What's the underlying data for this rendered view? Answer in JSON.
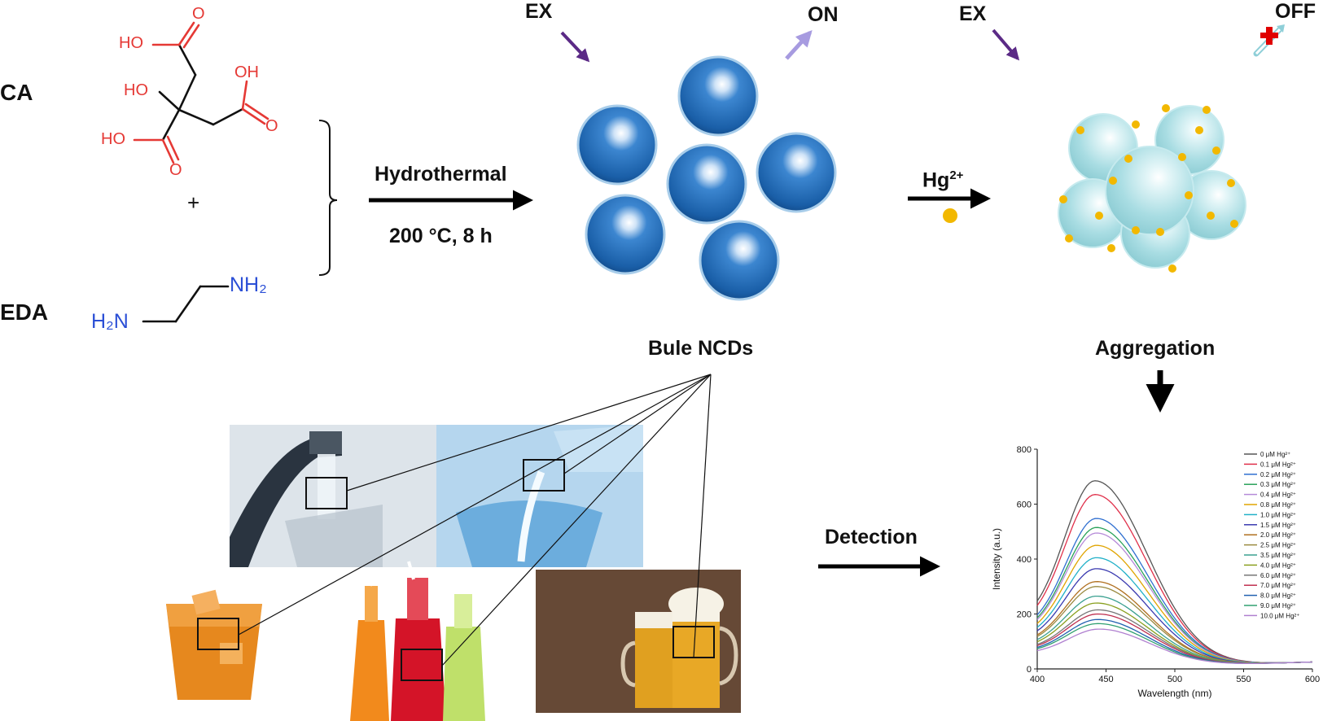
{
  "labels": {
    "ca": "CA",
    "eda": "EDA",
    "hydrothermal": "Hydrothermal",
    "temp": "200 °C, 8 h",
    "ex1": "EX",
    "on": "ON",
    "ex2": "EX",
    "off": "OFF",
    "hg": "Hg",
    "hg_sup": "2+",
    "bule_ncds": "Bule NCDs",
    "aggregation": "Aggregation",
    "detection": "Detection"
  },
  "molecule": {
    "ho1": "HO",
    "o1": "O",
    "ho2": "HO",
    "oh3": "OH",
    "o3": "O",
    "ho4": "HO",
    "o4": "O",
    "nh2": "NH₂",
    "h2n": "H₂N",
    "plus": "+"
  },
  "colors": {
    "molecule_red": "#e53935",
    "molecule_blue": "#2b4fd6",
    "ex_arrow": "#5b2a86",
    "on_arrow": "#a79be0",
    "hg_dot": "#f2b800",
    "ncd_blue": "#1a5fa8",
    "aggregate_cyan": "#a9dde3",
    "off_cross": "#e00000"
  },
  "chart_data": {
    "type": "line",
    "xlabel": "Wavelength (nm)",
    "ylabel": "Intensity (a.u.)",
    "xlim": [
      400,
      600
    ],
    "ylim": [
      0,
      800
    ],
    "xticks": [
      400,
      450,
      500,
      550,
      600
    ],
    "yticks": [
      0,
      200,
      400,
      600,
      800
    ],
    "legend_position": "top-right",
    "series": [
      {
        "name": "0 μM Hg²⁺",
        "peak_x": 442,
        "peak_y": 685,
        "color": "#555555"
      },
      {
        "name": "0.1 μM Hg²⁺",
        "peak_x": 442,
        "peak_y": 635,
        "color": "#e0304a"
      },
      {
        "name": "0.2 μM Hg²⁺",
        "peak_x": 443,
        "peak_y": 548,
        "color": "#2f6fd0"
      },
      {
        "name": "0.3 μM Hg²⁺",
        "peak_x": 443,
        "peak_y": 515,
        "color": "#2aa25a"
      },
      {
        "name": "0.4 μM Hg²⁺",
        "peak_x": 443,
        "peak_y": 495,
        "color": "#b58ad8"
      },
      {
        "name": "0.8 μM Hg²⁺",
        "peak_x": 443,
        "peak_y": 450,
        "color": "#e0a400"
      },
      {
        "name": "1.0 μM Hg²⁺",
        "peak_x": 443,
        "peak_y": 405,
        "color": "#20b0c8"
      },
      {
        "name": "1.5 μM Hg²⁺",
        "peak_x": 443,
        "peak_y": 365,
        "color": "#3a3ab0"
      },
      {
        "name": "2.0 μM Hg²⁺",
        "peak_x": 443,
        "peak_y": 318,
        "color": "#b07020"
      },
      {
        "name": "2.5 μM Hg²⁺",
        "peak_x": 443,
        "peak_y": 300,
        "color": "#9a8a40"
      },
      {
        "name": "3.5 μM Hg²⁺",
        "peak_x": 443,
        "peak_y": 265,
        "color": "#3aa090"
      },
      {
        "name": "4.0 μM Hg²⁺",
        "peak_x": 443,
        "peak_y": 240,
        "color": "#8aa020"
      },
      {
        "name": "6.0 μM Hg²⁺",
        "peak_x": 444,
        "peak_y": 215,
        "color": "#777777"
      },
      {
        "name": "7.0 μM Hg²⁺",
        "peak_x": 444,
        "peak_y": 200,
        "color": "#c03050"
      },
      {
        "name": "8.0 μM Hg²⁺",
        "peak_x": 444,
        "peak_y": 180,
        "color": "#2060b0"
      },
      {
        "name": "9.0 μM Hg²⁺",
        "peak_x": 444,
        "peak_y": 165,
        "color": "#30a070"
      },
      {
        "name": "10.0 μM Hg²⁺",
        "peak_x": 445,
        "peak_y": 145,
        "color": "#b080d0"
      }
    ]
  }
}
